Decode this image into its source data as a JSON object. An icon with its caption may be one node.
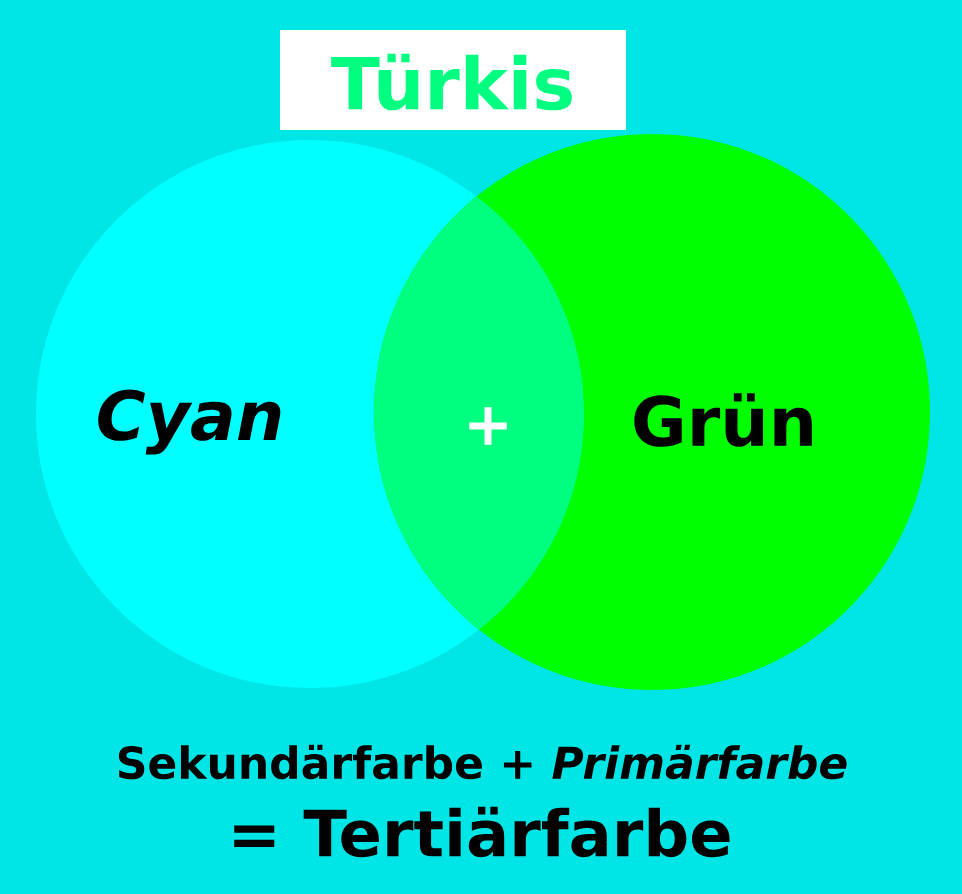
{
  "diagram": {
    "title": "Türkis",
    "nodes": [
      {
        "text": [
          "Cyan"
        ]
      },
      {
        "text": [
          "Grün"
        ]
      }
    ],
    "labels": [
      "+",
      "Sekundärfarbe + *Primärfarbe*",
      "= Tertiärfarbe"
    ]
  }
}
